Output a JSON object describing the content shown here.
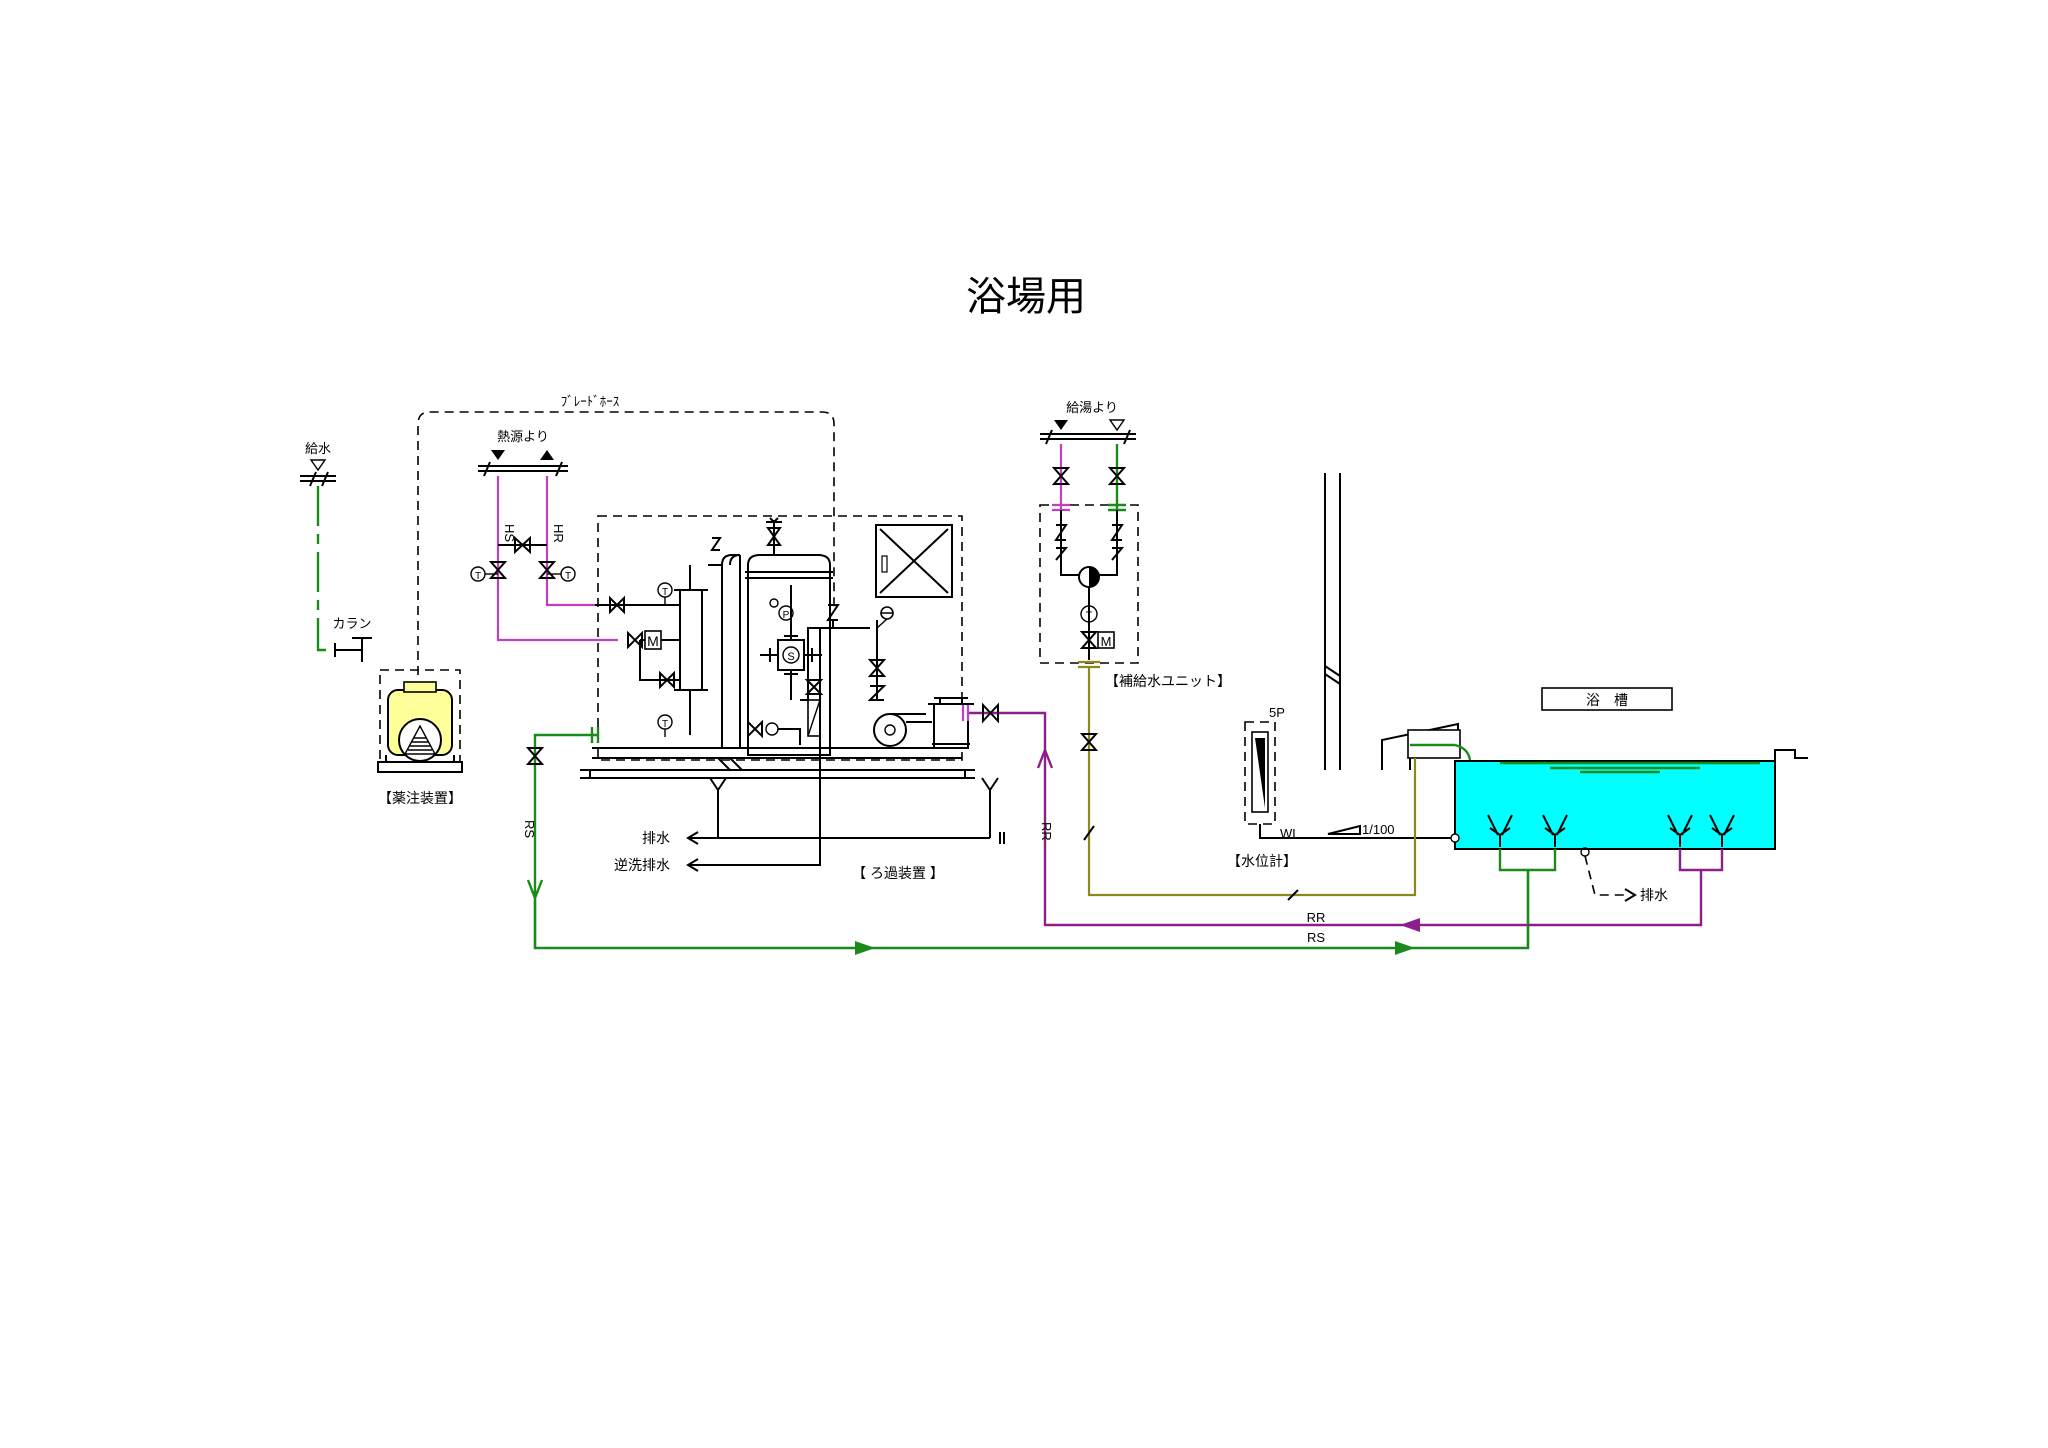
{
  "title": "浴場用",
  "labels": {
    "braided_hose": "ﾌﾞﾚｰﾄﾞﾎｰｽ",
    "water_supply": "給水",
    "from_heat_source": "熱源より",
    "hs": "HS",
    "hr": "HR",
    "faucet": "カラン",
    "chemical_unit": "【薬注装置】",
    "drain": "排水",
    "backwash_drain": "逆洗排水",
    "filtration_unit": "【 ろ過装置 】",
    "from_hot_supply": "給湯より",
    "makeup_unit": "【補給水ユニット】",
    "bathtub": "浴　槽",
    "level_5p": "5P",
    "wl": "WL",
    "slope": "1/100",
    "level_gauge": "【水位計】",
    "tub_drain": "排水",
    "rr_vertical": "RR",
    "rs_vertical": "RS",
    "rr_bottom": "RR",
    "rs_bottom": "RS",
    "t": "T",
    "p": "P",
    "m": "M"
  },
  "colors": {
    "supply_green": "#1a8a1a",
    "return_purple": "#8c1f8c",
    "heat_magenta": "#c040c0",
    "makeup_olive": "#8a8a1c",
    "bath_water": "#00ffff",
    "chemical_yellow": "#ffff99"
  }
}
